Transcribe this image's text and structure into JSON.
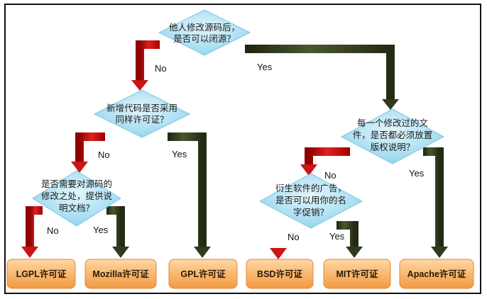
{
  "diagram": {
    "questions": {
      "q1": [
        "他人修改源码后，",
        "是否可以闭源？"
      ],
      "q2": [
        "新增代码是否采用",
        "同样许可证？"
      ],
      "q3": [
        "是否需要对源码的",
        "修改之处，提供说",
        "明文档？"
      ],
      "q4": [
        "每一个修改过的文",
        "件，是否都必须放置",
        "版权说明？"
      ],
      "q5": [
        "衍生软件的广告，",
        "是否可以用你的名",
        "字促销？"
      ]
    },
    "branch_labels": {
      "q1_no": "No",
      "q1_yes": "Yes",
      "q2_no": "No",
      "q2_yes": "Yes",
      "q3_no": "No",
      "q3_yes": "Yes",
      "q4_no": "No",
      "q4_yes": "Yes",
      "q5_no": "No",
      "q5_yes": "Yes"
    },
    "licenses": {
      "lgpl": "LGPL许可证",
      "mozilla": "Mozilla许可证",
      "gpl": "GPL许可证",
      "bsd": "BSD许可证",
      "mit": "MIT许可证",
      "apache": "Apache许可证"
    },
    "colors": {
      "no_arrow": "#cc1111",
      "yes_arrow": "#2f3a1e",
      "diamond_fill": "#a8dff0",
      "result_fill": "#f8b870"
    }
  }
}
